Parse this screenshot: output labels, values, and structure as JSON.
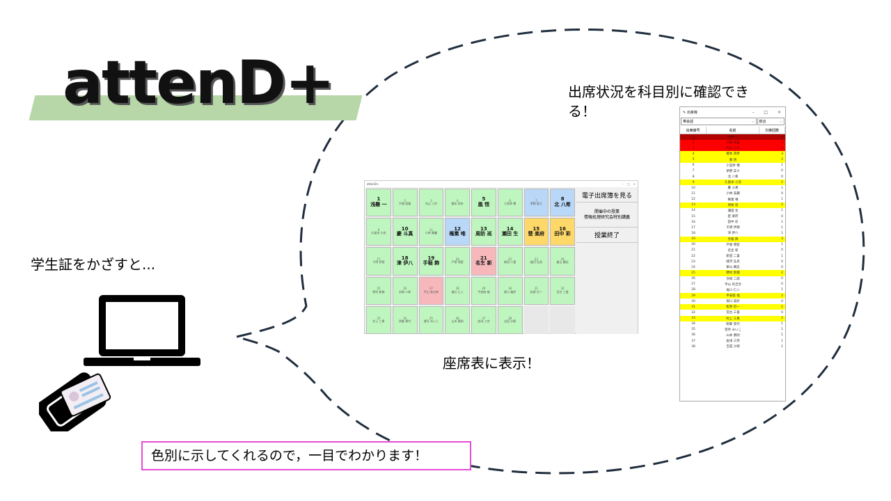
{
  "logo": {
    "text": "attenD+"
  },
  "captions": {
    "tap_card": "学生証をかざすと...",
    "seat_display": "座席表に表示！",
    "check_by_subject": "出席状況を科目別に確認できる！",
    "color_note": "色別に示してくれるので，一目でわかります！"
  },
  "colors": {
    "logo_band": "#b7d7a8",
    "seat_green": "#bff5bf",
    "seat_blue": "#b9d7f7",
    "seat_orange": "#ffd86a",
    "seat_pink": "#f7b8bc",
    "row_red": "#ff0000",
    "row_yellow": "#ffff00",
    "note_border": "#e84ad5",
    "bubble_stroke": "#1f2d3d"
  },
  "seat_window": {
    "title": "attenD+",
    "seats": [
      {
        "no": "1",
        "name": "浅懸 一",
        "color": "green",
        "big": true
      },
      {
        "no": "2",
        "name": "宍城 咲輩",
        "color": "green",
        "big": false
      },
      {
        "no": "3",
        "name": "内山 三玲",
        "color": "green",
        "big": false
      },
      {
        "no": "4",
        "name": "榎本 詩歩",
        "color": "green",
        "big": false
      },
      {
        "no": "5",
        "name": "凰 悟",
        "color": "green",
        "big": true
      },
      {
        "no": "6",
        "name": "小笠原 穂",
        "color": "green",
        "big": false
      },
      {
        "no": "7",
        "name": "茅野 菜々",
        "color": "blue",
        "big": false
      },
      {
        "no": "8",
        "name": "北 八希",
        "color": "blue",
        "big": true
      },
      {
        "no": "9",
        "name": "久留米 小恋",
        "color": "green",
        "big": false
      },
      {
        "no": "10",
        "name": "慶 斗真",
        "color": "green",
        "big": true
      },
      {
        "no": "11",
        "name": "小林 美麗",
        "color": "green",
        "big": false
      },
      {
        "no": "12",
        "name": "権業 唯",
        "color": "blue",
        "big": true
      },
      {
        "no": "13",
        "name": "周防 巡",
        "color": "green",
        "big": true
      },
      {
        "no": "14",
        "name": "瀬田 生",
        "color": "green",
        "big": true
      },
      {
        "no": "15",
        "name": "楚 楽府",
        "color": "orange",
        "big": true
      },
      {
        "no": "16",
        "name": "田中 彩",
        "color": "orange",
        "big": true
      },
      {
        "no": "17",
        "name": "千明 伊那",
        "color": "green",
        "big": false
      },
      {
        "no": "18",
        "name": "津 伊八",
        "color": "green",
        "big": true
      },
      {
        "no": "19",
        "name": "手稲 飾",
        "color": "green",
        "big": true
      },
      {
        "no": "20",
        "name": "戸塚 萌智",
        "color": "green",
        "big": false
      },
      {
        "no": "21",
        "name": "名生 新",
        "color": "pink",
        "big": true
      },
      {
        "no": "22",
        "name": "新田 二喜",
        "color": "green",
        "big": false
      },
      {
        "no": "23",
        "name": "縫河 弘見",
        "color": "green",
        "big": false
      },
      {
        "no": "24",
        "name": "峯山 顕志",
        "color": "green",
        "big": false
      },
      {
        "no": "25",
        "name": "野村 新都",
        "color": "green",
        "big": false
      },
      {
        "no": "26",
        "name": "浜崎 二郎",
        "color": "green",
        "big": false
      },
      {
        "no": "27",
        "name": "平山 有吉奈",
        "color": "pink",
        "big": false
      },
      {
        "no": "28",
        "name": "福川 仁八",
        "color": "green",
        "big": false
      },
      {
        "no": "29",
        "name": "平安座 福",
        "color": "green",
        "big": false
      },
      {
        "no": "30",
        "name": "堀川 美鈴",
        "color": "green",
        "big": false
      },
      {
        "no": "31",
        "name": "松原 巴一",
        "color": "green",
        "big": false
      },
      {
        "no": "32",
        "name": "宮古 三喜",
        "color": "green",
        "big": false
      },
      {
        "no": "33",
        "name": "村上 三果",
        "color": "green",
        "big": false
      },
      {
        "no": "34",
        "name": "明峯 景代",
        "color": "green",
        "big": false
      },
      {
        "no": "35",
        "name": "望月 みいこ",
        "color": "green",
        "big": false
      },
      {
        "no": "36",
        "name": "山本 勝則",
        "color": "green",
        "big": false
      },
      {
        "no": "37",
        "name": "由浅 三宗",
        "color": "green",
        "big": false
      },
      {
        "no": "38",
        "name": "吉田 沙耶",
        "color": "green",
        "big": false
      },
      {
        "no": "",
        "name": "",
        "color": "empty",
        "big": false
      },
      {
        "no": "",
        "name": "",
        "color": "empty",
        "big": false
      }
    ],
    "btn_view_book": "電子出席簿を見る",
    "info_line1": "開催中の授業",
    "info_line2": "情報処理研究会特別講義",
    "btn_end_class": "授業終了"
  },
  "book_window": {
    "title": "出席簿",
    "subject_select": "英会話",
    "mode_select": "総合",
    "col_no": "出席番号",
    "col_name": "名前",
    "col_absent": "欠席回数",
    "rows": [
      {
        "no": "1",
        "name": "浅懸 一",
        "absent": "6",
        "color": "red dark"
      },
      {
        "no": "2",
        "name": "宍城 咲輩",
        "absent": "5",
        "color": "red"
      },
      {
        "no": "3",
        "name": "内山 三玲",
        "absent": "4",
        "color": "red"
      },
      {
        "no": "4",
        "name": "榎本 詩歩",
        "absent": "3",
        "color": "yellow"
      },
      {
        "no": "5",
        "name": "凰 悟",
        "absent": "2",
        "color": "yellow"
      },
      {
        "no": "6",
        "name": "小笠原 穂",
        "absent": "1",
        "color": ""
      },
      {
        "no": "7",
        "name": "茅野 菜々",
        "absent": "0",
        "color": ""
      },
      {
        "no": "8",
        "name": "北 八希",
        "absent": "0",
        "color": ""
      },
      {
        "no": "9",
        "name": "久留米 小恋",
        "absent": "2",
        "color": "yellow"
      },
      {
        "no": "10",
        "name": "慶 斗真",
        "absent": "1",
        "color": ""
      },
      {
        "no": "11",
        "name": "小林 美麗",
        "absent": "0",
        "color": ""
      },
      {
        "no": "12",
        "name": "権業 唯",
        "absent": "1",
        "color": ""
      },
      {
        "no": "13",
        "name": "周防 巡",
        "absent": "2",
        "color": "yellow"
      },
      {
        "no": "14",
        "name": "瀬田 生",
        "absent": "1",
        "color": ""
      },
      {
        "no": "15",
        "name": "楚 楽府",
        "absent": "0",
        "color": ""
      },
      {
        "no": "16",
        "name": "田中 彩",
        "absent": "1",
        "color": ""
      },
      {
        "no": "17",
        "name": "千明 伊那",
        "absent": "1",
        "color": ""
      },
      {
        "no": "18",
        "name": "津 伊八",
        "absent": "1",
        "color": ""
      },
      {
        "no": "19",
        "name": "手稲 飾",
        "absent": "3",
        "color": "yellow"
      },
      {
        "no": "20",
        "name": "戸塚 萌智",
        "absent": "1",
        "color": ""
      },
      {
        "no": "21",
        "name": "名生 新",
        "absent": "0",
        "color": ""
      },
      {
        "no": "22",
        "name": "新田 二喜",
        "absent": "1",
        "color": ""
      },
      {
        "no": "23",
        "name": "縫河 弘見",
        "absent": "0",
        "color": ""
      },
      {
        "no": "24",
        "name": "峯山 顕志",
        "absent": "0",
        "color": ""
      },
      {
        "no": "25",
        "name": "野村 新都",
        "absent": "2",
        "color": "yellow"
      },
      {
        "no": "26",
        "name": "浜崎 二郎",
        "absent": "0",
        "color": ""
      },
      {
        "no": "27",
        "name": "平山 有吉奈",
        "absent": "0",
        "color": ""
      },
      {
        "no": "28",
        "name": "福川 仁八",
        "absent": "1",
        "color": ""
      },
      {
        "no": "29",
        "name": "平安座 福",
        "absent": "2",
        "color": "yellow"
      },
      {
        "no": "30",
        "name": "堀川 美鈴",
        "absent": "0",
        "color": ""
      },
      {
        "no": "31",
        "name": "松原 巴一",
        "absent": "2",
        "color": "yellow"
      },
      {
        "no": "32",
        "name": "宮古 三喜",
        "absent": "0",
        "color": ""
      },
      {
        "no": "33",
        "name": "村上 三果",
        "absent": "2",
        "color": "yellow"
      },
      {
        "no": "34",
        "name": "明峯 景代",
        "absent": "1",
        "color": ""
      },
      {
        "no": "35",
        "name": "望月 みいこ",
        "absent": "1",
        "color": ""
      },
      {
        "no": "36",
        "name": "山本 勝則",
        "absent": "1",
        "color": ""
      },
      {
        "no": "37",
        "name": "由浅 三宗",
        "absent": "1",
        "color": ""
      },
      {
        "no": "38",
        "name": "吉田 沙耶",
        "absent": "1",
        "color": ""
      }
    ]
  }
}
